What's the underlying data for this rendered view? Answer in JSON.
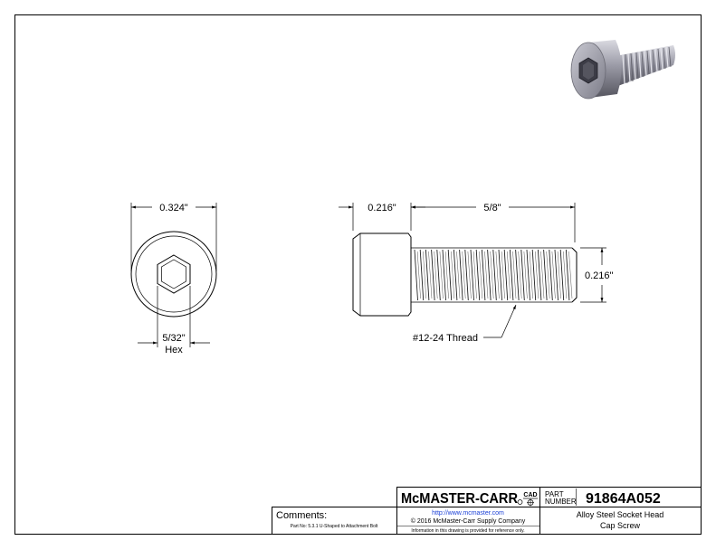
{
  "dimensions": {
    "head_diameter": "0.324\"",
    "hex_size": "5/32\"",
    "hex_label": "Hex",
    "head_height": "0.216\"",
    "length": "5/8\"",
    "thread_diameter": "0.216\"",
    "thread_callout": "#12-24 Thread"
  },
  "title_block": {
    "brand": "McMASTER-CARR",
    "brand_badge": "CAD",
    "part_label_1": "PART",
    "part_label_2": "NUMBER",
    "part_number": "91864A052",
    "url": "http://www.mcmaster.com",
    "copyright": "© 2016 McMaster-Carr Supply Company",
    "disclaimer": "Information in this drawing is provided for reference only.",
    "description_line1": "Alloy Steel Socket Head",
    "description_line2": "Cap Screw",
    "comments_label": "Comments:",
    "comments_text": "Part No: 5.3.1 U-Shaped to Attachment Bolt"
  },
  "colors": {
    "line": "#000000",
    "link": "#1a3fd6",
    "render_body": "#9a9aa6"
  },
  "icons": {
    "render": "socket-cap-screw-render"
  }
}
